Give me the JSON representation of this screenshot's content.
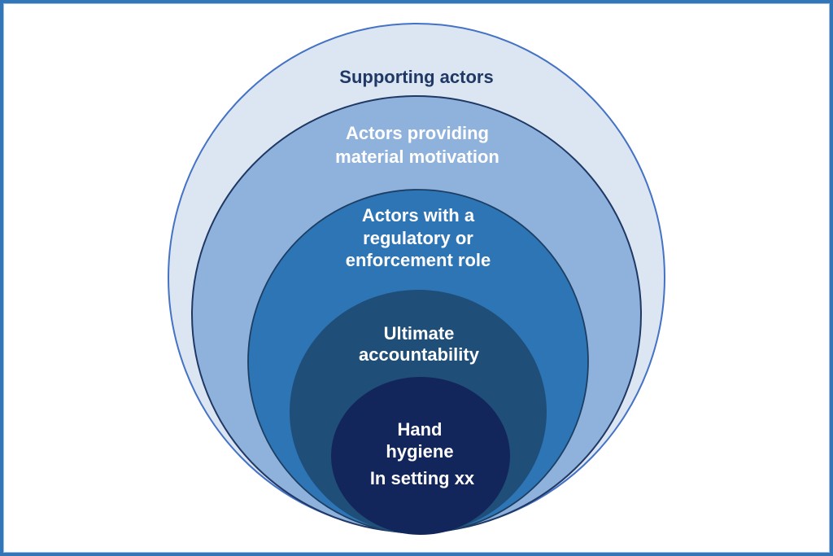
{
  "page": {
    "background": "#ffffff",
    "border_color": "#3376b7"
  },
  "diagram": {
    "type": "nested-circles",
    "description": "Five concentric nested ellipses, bottom-aligned, light to dark blue",
    "rings": [
      {
        "label_lines": [
          "Supporting actors"
        ],
        "fill": "#dce6f2",
        "stroke": "#4472c4",
        "text_color": "#1f3864"
      },
      {
        "label_lines": [
          "Actors providing",
          "material motivation"
        ],
        "fill": "#8fb2dc",
        "stroke": "#1f3864",
        "text_color": "#ffffff"
      },
      {
        "label_lines": [
          "Actors with a",
          "regulatory or",
          "enforcement role"
        ],
        "fill": "#2e75b6",
        "stroke": "#1c3e63",
        "text_color": "#ffffff"
      },
      {
        "label_lines": [
          "Ultimate",
          "accountability"
        ],
        "fill": "#1f4e79",
        "stroke": "none",
        "text_color": "#ffffff"
      },
      {
        "label_lines": [
          "Hand",
          "hygiene",
          "In setting xx"
        ],
        "fill": "#13265c",
        "stroke": "none",
        "text_color": "#ffffff"
      }
    ]
  }
}
